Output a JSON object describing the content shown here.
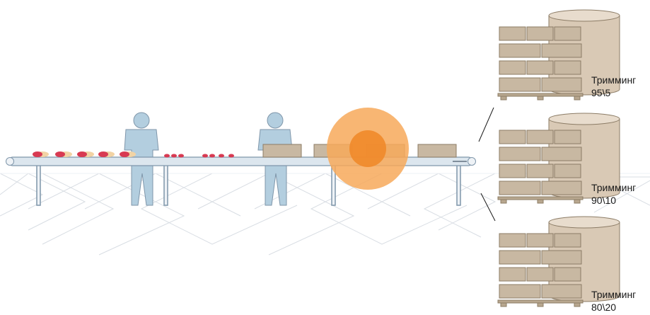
{
  "outputs": [
    {
      "name": "Тримминг",
      "ratio": "95\\5"
    },
    {
      "name": "Тримминг",
      "ratio": "90\\10"
    },
    {
      "name": "Тримминг",
      "ratio": "80\\20"
    }
  ],
  "colors": {
    "floor_line": "#d8dde3",
    "conveyor_fill": "#dce6ee",
    "conveyor_stroke": "#7f96aa",
    "worker": "#b3cedf",
    "worker_stroke": "#7f96aa",
    "box": "#c8b8a2",
    "box_stroke": "#8c7c66",
    "meat_red": "#d83a52",
    "meat_fat": "#f2d3a4",
    "scanner_outer": "#f7a95a",
    "scanner_inner": "#f08a2a",
    "drum": "#d9c9b5",
    "drum_stroke": "#8c7c66"
  },
  "icons": [
    "worker-icon",
    "worker-icon",
    "scanner-icon",
    "pallet-icon",
    "drum-icon"
  ]
}
